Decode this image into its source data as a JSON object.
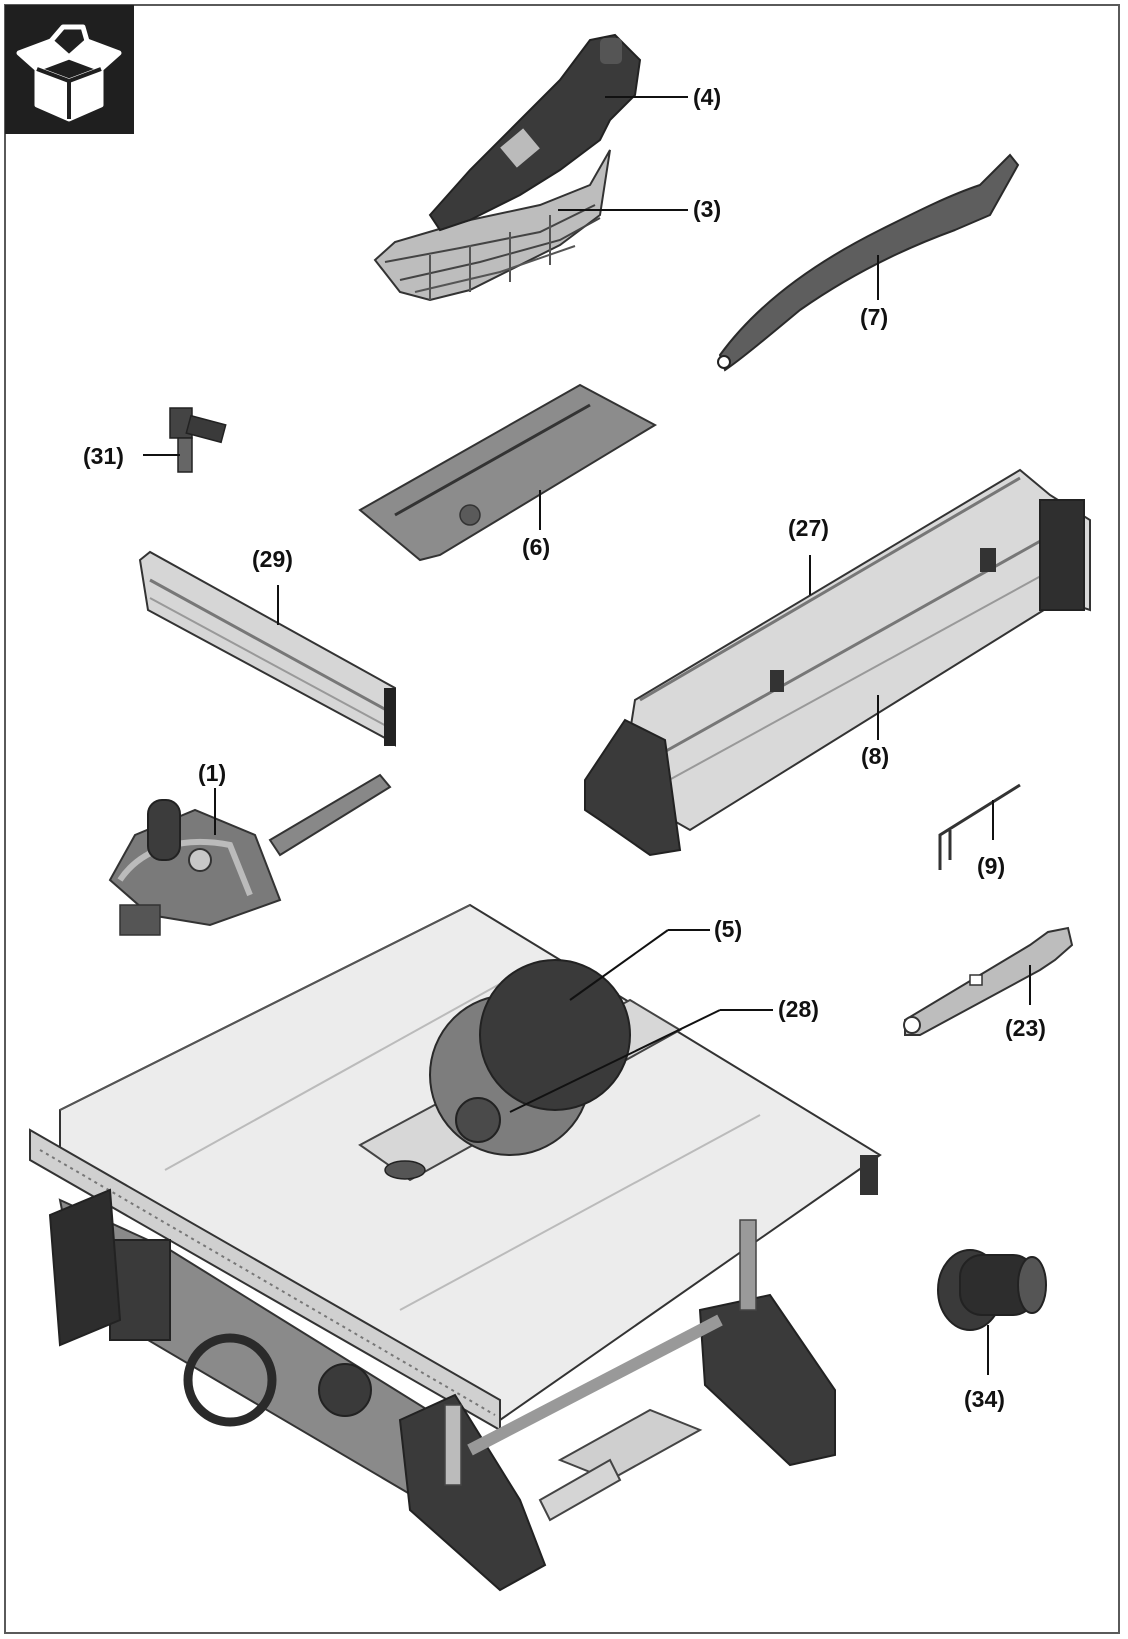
{
  "badge": {
    "icon": "open-box-icon"
  },
  "labels": {
    "p4": "(4)",
    "p3": "(3)",
    "p7": "(7)",
    "p31": "(31)",
    "p6": "(6)",
    "p27": "(27)",
    "p29": "(29)",
    "p8": "(8)",
    "p1": "(1)",
    "p9": "(9)",
    "p5": "(5)",
    "p28": "(28)",
    "p23": "(23)",
    "p34": "(34)"
  },
  "colors": {
    "dark": "#2a2a2a",
    "mid": "#6e6e6e",
    "light": "#cfcfcf",
    "table": "#e9e9e9"
  }
}
